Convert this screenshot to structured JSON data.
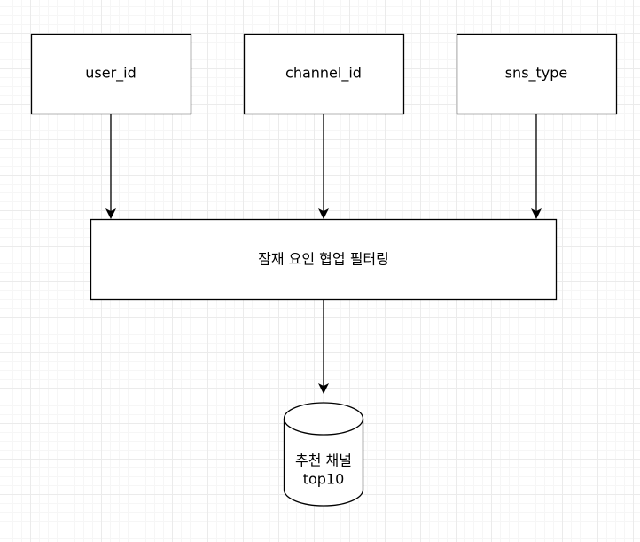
{
  "nodes": {
    "user_id": {
      "label": "user_id"
    },
    "channel_id": {
      "label": "channel_id"
    },
    "sns_type": {
      "label": "sns_type"
    },
    "filter": {
      "label": "잠재 요인 협업 필터링"
    },
    "output": {
      "line1": "추천 채널",
      "line2": "top10"
    }
  },
  "edges": [
    {
      "from": "user_id",
      "to": "filter"
    },
    {
      "from": "channel_id",
      "to": "filter"
    },
    {
      "from": "sns_type",
      "to": "filter"
    },
    {
      "from": "filter",
      "to": "output"
    }
  ]
}
